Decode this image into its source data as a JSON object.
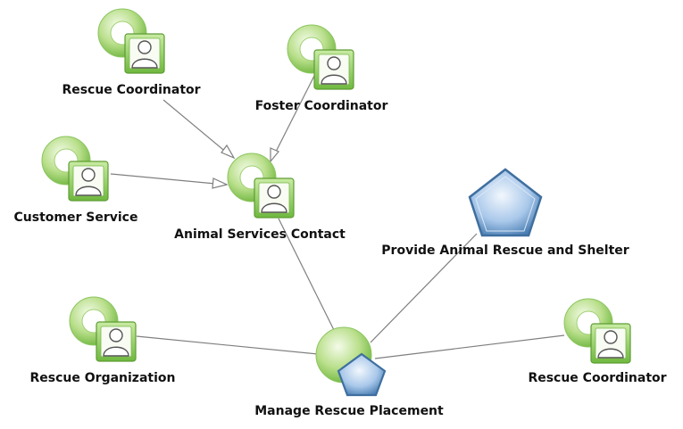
{
  "diagram": {
    "nodes": [
      {
        "id": "n1",
        "kind": "role",
        "label": "Rescue Coordinator"
      },
      {
        "id": "n2",
        "kind": "role",
        "label": "Foster Coordinator"
      },
      {
        "id": "n3",
        "kind": "role",
        "label": "Customer Service"
      },
      {
        "id": "n4",
        "kind": "role",
        "label": "Animal Services Contact"
      },
      {
        "id": "n5",
        "kind": "goal",
        "label": "Provide Animal Rescue and Shelter"
      },
      {
        "id": "n6",
        "kind": "role",
        "label": "Rescue Organization"
      },
      {
        "id": "n7",
        "kind": "process",
        "label": "Manage Rescue Placement"
      },
      {
        "id": "n8",
        "kind": "role",
        "label": "Rescue Coordinator"
      }
    ],
    "edges": [
      {
        "from": "n1",
        "to": "n4",
        "style": "generalization"
      },
      {
        "from": "n2",
        "to": "n4",
        "style": "generalization"
      },
      {
        "from": "n3",
        "to": "n4",
        "style": "generalization"
      },
      {
        "from": "n4",
        "to": "n7",
        "style": "association"
      },
      {
        "from": "n6",
        "to": "n7",
        "style": "association"
      },
      {
        "from": "n8",
        "to": "n7",
        "style": "association"
      },
      {
        "from": "n5",
        "to": "n7",
        "style": "association"
      }
    ],
    "colors": {
      "role_green_light": "#d8f0b8",
      "role_green_dark": "#6cb43c",
      "goal_blue_light": "#d6e6f7",
      "goal_blue_dark": "#3f6f9f",
      "edge": "#7f7f7f"
    }
  }
}
